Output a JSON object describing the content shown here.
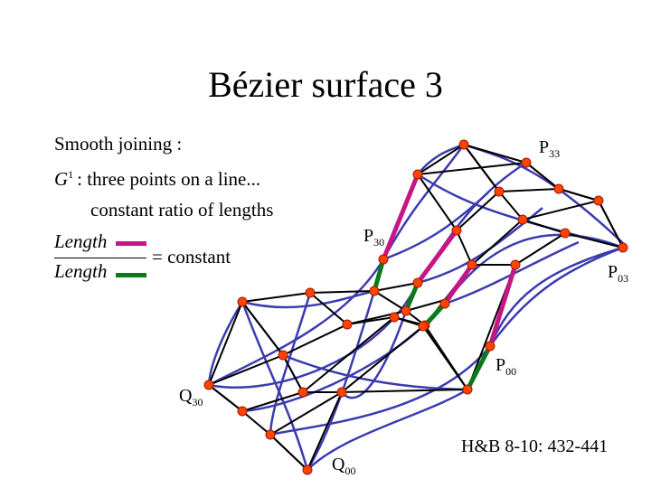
{
  "title": "Bézier surface 3",
  "notes": {
    "line1": "Smooth joining :",
    "g_symbol": "G",
    "g_superscript": "1",
    "line2": ": three points on a line...",
    "line3": "constant ratio of lengths"
  },
  "ratio": {
    "numerator": "Length",
    "denominator": "Length",
    "equals": "= constant",
    "numerator_color": "#c71585",
    "denominator_color": "#0a7a1c"
  },
  "labels": {
    "p33": {
      "letter": "P",
      "sub": "33"
    },
    "p30": {
      "letter": "P",
      "sub": "30"
    },
    "p03": {
      "letter": "P",
      "sub": "03"
    },
    "p00": {
      "letter": "P",
      "sub": "00"
    },
    "q30": {
      "letter": "Q",
      "sub": "30"
    },
    "q00": {
      "letter": "Q",
      "sub": "00"
    }
  },
  "reference": "H&B 8-10: 432-441",
  "colors": {
    "surface_curves": "#3b3bb0",
    "control_net": "#000000",
    "control_point_fill": "#ff4400",
    "control_point_stroke": "#a01800"
  }
}
